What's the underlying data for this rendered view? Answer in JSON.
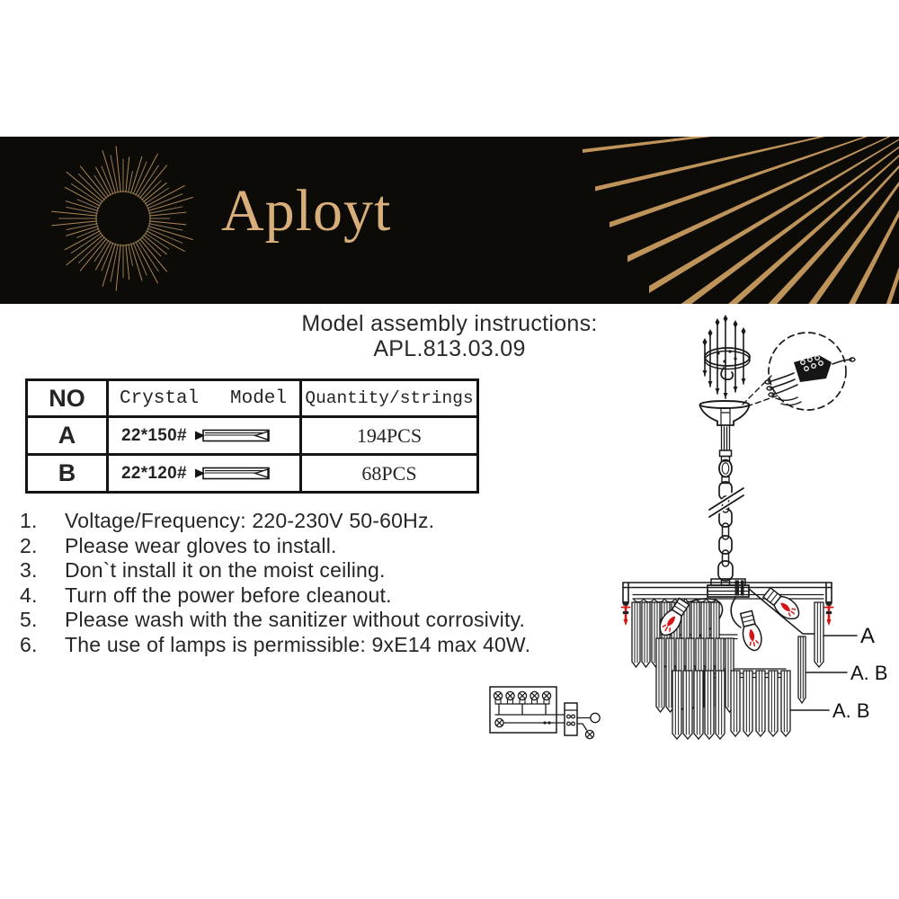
{
  "brand": {
    "name": "Aployt"
  },
  "colors": {
    "banner_bg": "#0d0b08",
    "gold": "#c99c60",
    "gold_bright": "#e7c289",
    "ink": "#1a1a1a",
    "red": "#d51616"
  },
  "title": {
    "line1": "Model assembly instructions:",
    "line2": "APL.813.03.09"
  },
  "parts_table": {
    "col_no": "NO",
    "col_crystal": "Crystal",
    "col_model": "Model",
    "col_quantity": "Quantity/strings",
    "rows": [
      {
        "no": "A",
        "size": "22*150#",
        "qty": "194PCS"
      },
      {
        "no": "B",
        "size": "22*120#",
        "qty": "68PCS"
      }
    ]
  },
  "instructions": [
    {
      "num": "1.",
      "text": "Voltage/Frequency: 220-230V 50-60Hz."
    },
    {
      "num": "2.",
      "text": "Please wear gloves to install."
    },
    {
      "num": "3.",
      "text": "Don`t install it on the moist ceiling."
    },
    {
      "num": "4.",
      "text": "Turn off the power before cleanout."
    },
    {
      "num": "5.",
      "text": "Please wash with the sanitizer without corrosivity."
    },
    {
      "num": "6.",
      "text": "The use of lamps is permissible: 9xE14 max 40W."
    }
  ],
  "diagram_labels": {
    "tier_top": "A",
    "tier_mid": "A. B",
    "tier_bottom": "A. B"
  }
}
